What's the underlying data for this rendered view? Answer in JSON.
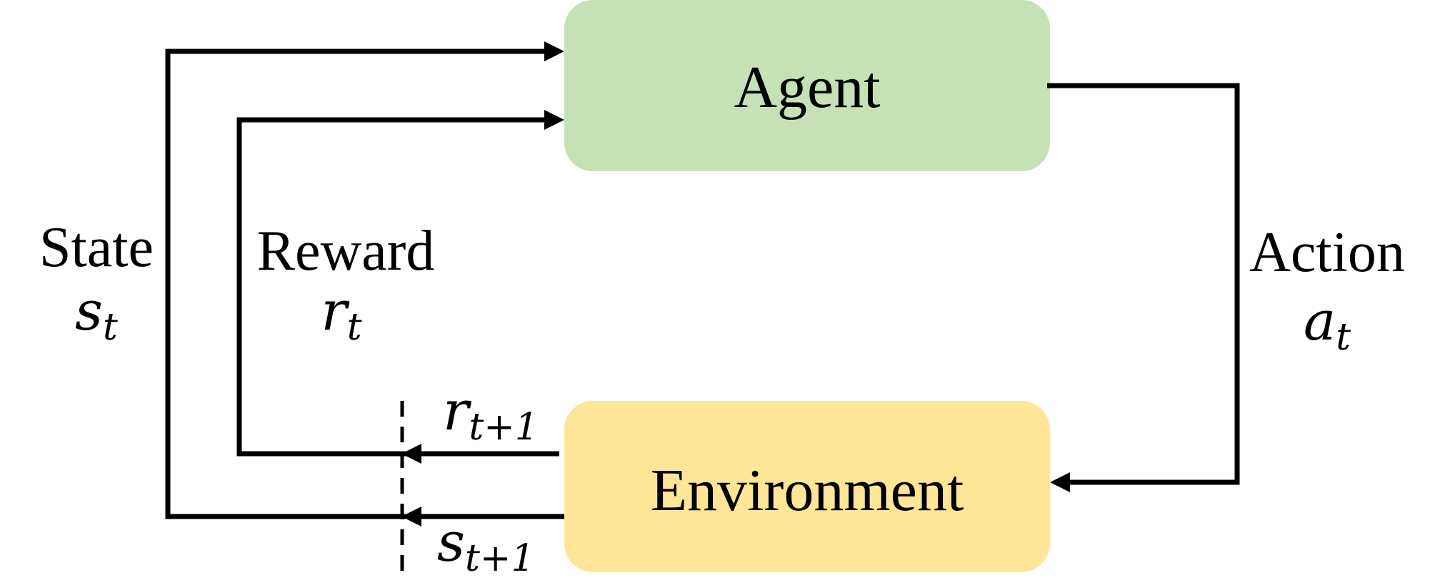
{
  "colors": {
    "agent_fill": "#c5e1b5",
    "environment_fill": "#fee598",
    "line": "#000000"
  },
  "agent": {
    "label": "Agent"
  },
  "environment": {
    "label": "Environment"
  },
  "state": {
    "label": "State",
    "symbol": "s",
    "subscript": "t"
  },
  "reward": {
    "label": "Reward",
    "symbol": "r",
    "subscript": "t"
  },
  "action": {
    "label": "Action",
    "symbol": "a",
    "subscript": "t"
  },
  "next_reward": {
    "symbol": "r",
    "subscript": "t+1"
  },
  "next_state": {
    "symbol": "s",
    "subscript": "t+1"
  }
}
